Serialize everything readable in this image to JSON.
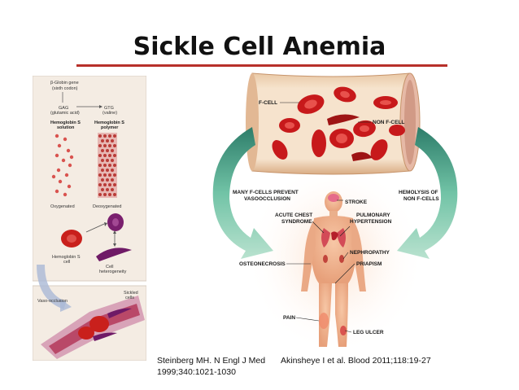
{
  "slide": {
    "title": "Sickle Cell Anemia"
  },
  "left_panel": {
    "gene_label_1": "β-Globin gene",
    "gene_label_2": "(sixth codon)",
    "gag": "GAG",
    "gag_sub": "(glutamic acid)",
    "gtg": "GTG",
    "gtg_sub": "(valine)",
    "hbs_solution_1": "Hemoglobin S",
    "hbs_solution_2": "solution",
    "hbs_polymer_1": "Hemoglobin S",
    "hbs_polymer_2": "polymer",
    "oxygenated": "Oxygenated",
    "deoxygenated": "Deoxygenated",
    "hbs_cell_1": "Hemoglobin S",
    "hbs_cell_2": "cell",
    "cell_het_1": "Cell",
    "cell_het_2": "heterogeneity",
    "vaso_occlusion": "Vaso-occlusion",
    "sickled_1": "Sickled",
    "sickled_2": "cells"
  },
  "right_panel": {
    "f_cell": "F-CELL",
    "non_f_cell": "NON F-CELL",
    "prevent_1": "MANY F-CELLS PREVENT",
    "prevent_2": "VASOOCCLUSION",
    "hemolysis_1": "HEMOLYSIS OF",
    "hemolysis_2": "NON F-CELLS",
    "stroke": "STROKE",
    "pulm_1": "PULMONARY",
    "pulm_2": "HYPERTENSION",
    "acs_1": "ACUTE CHEST",
    "acs_2": "SYNDROME",
    "nephropathy": "NEPHROPATHY",
    "priapism": "PRIAPISM",
    "osteonecrosis": "OSTEONECROSIS",
    "pain": "PAIN",
    "leg_ulcer": "LEG ULCER"
  },
  "references": {
    "ref1_line1": "Steinberg MH. N Engl J Med",
    "ref1_line2": "1999;340:1021-1030",
    "ref2": "Akinsheye I et al. Blood 2011;118:19-27"
  }
}
